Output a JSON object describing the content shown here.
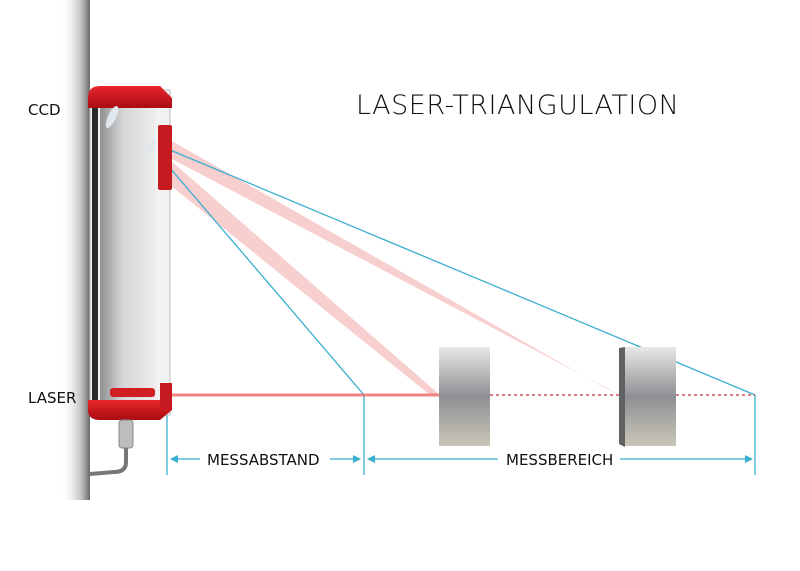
{
  "diagram": {
    "title": "LASER-TRIANGULATION",
    "labels": {
      "ccd": "CCD",
      "laser": "LASER",
      "measuring_distance": "MESSABSTAND",
      "measuring_range": "MESSBEREICH"
    },
    "components": [
      "sensor-housing",
      "ccd-sensor",
      "mirror",
      "receiving-lens",
      "laser-emitter",
      "cable-connector",
      "target-near",
      "target-far"
    ],
    "colors": {
      "housing_red": "#d0141b",
      "beam_pink": "#f6c4c4",
      "laser_red": "#e03a3a",
      "construction_blue": "#3aaed0",
      "target_gray": "#a9abad"
    }
  }
}
